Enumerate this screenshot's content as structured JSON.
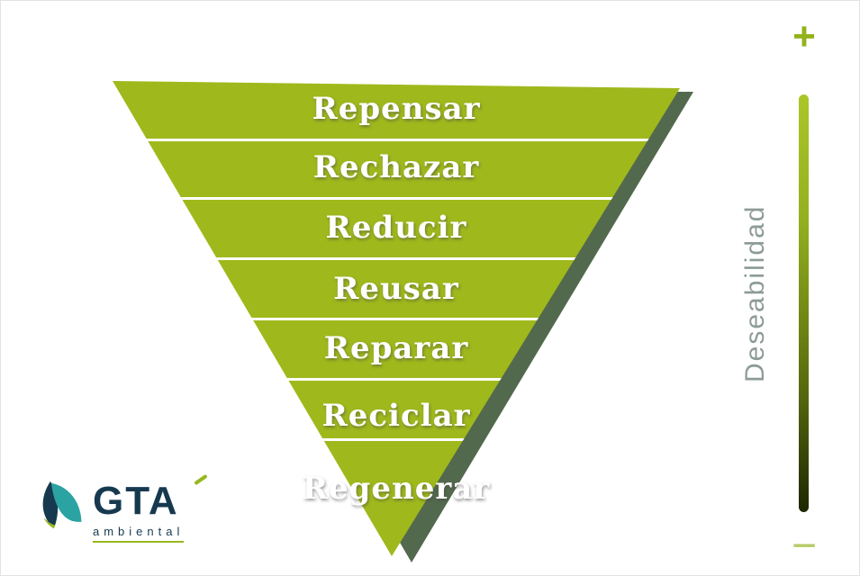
{
  "funnel": {
    "levels": [
      {
        "label": "Repensar"
      },
      {
        "label": "Rechazar"
      },
      {
        "label": "Reducir"
      },
      {
        "label": "Reusar"
      },
      {
        "label": "Reparar"
      },
      {
        "label": "Reciclar"
      },
      {
        "label": "Regenerar"
      }
    ],
    "fill_color": "#9fb91c",
    "shadow_color": "#53694d",
    "divider_color": "#ffffff"
  },
  "axis": {
    "label": "Deseabilidad",
    "plus": "+",
    "minus": "−",
    "gradient_top": "#abc628",
    "gradient_bottom": "#1d2602"
  },
  "logo": {
    "name": "GTA",
    "subtitle": "ambiental",
    "navy": "#16394f",
    "teal": "#2ba3a2",
    "green": "#96b81f"
  }
}
